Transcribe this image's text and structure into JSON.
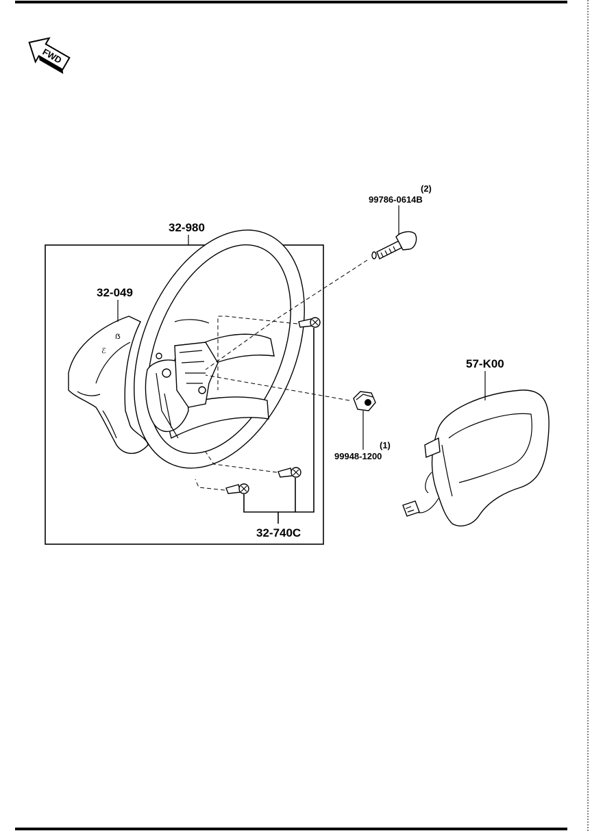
{
  "fwd_marker": {
    "text": "FWD",
    "icon": "fwd-arrow-icon"
  },
  "parts": {
    "steering_wheel": "32-980",
    "horn_cover": "32-049",
    "bolt": "99786-0614B",
    "bolt_qty": "(2)",
    "nut": "99948-1200",
    "nut_qty": "(1)",
    "screws": "32-740C",
    "airbag_module": "57-K00"
  }
}
